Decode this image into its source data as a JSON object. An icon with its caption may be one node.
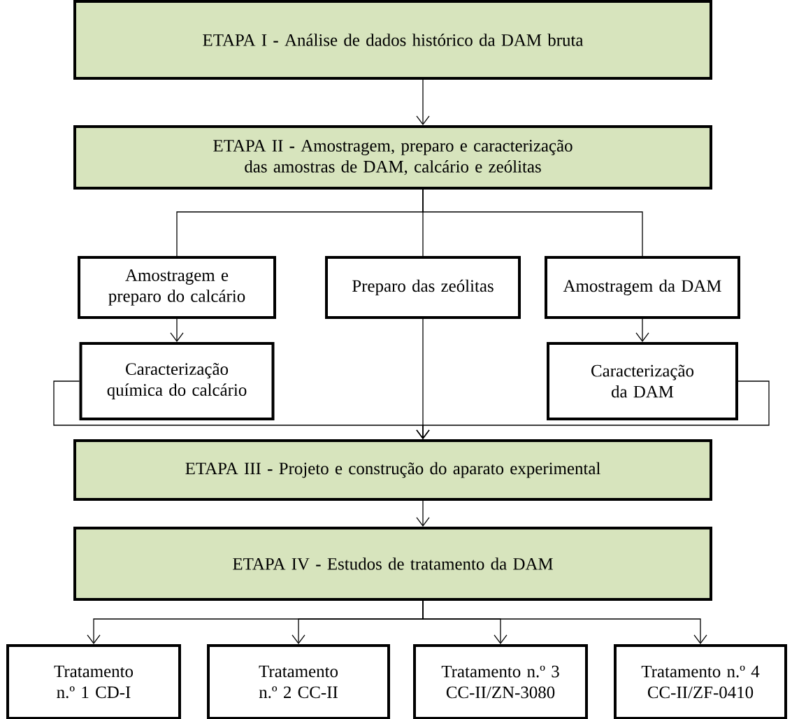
{
  "diagram": {
    "nodes": [
      {
        "text": [
          "ETAPA I **-** Análise de dados histórico da DAM bruta"
        ]
      },
      {
        "text": [
          "ETAPA II **-** Amostragem, preparo e caracterização das amostras de DAM, calcário e zeólitas"
        ]
      },
      {
        "text": [
          "Amostragem e preparo do calcário"
        ]
      },
      {
        "text": [
          "Preparo das zeólitas"
        ]
      },
      {
        "text": [
          "Amostragem da DAM"
        ]
      },
      {
        "text": [
          "Caracterização química do calcário"
        ]
      },
      {
        "text": [
          "Caracterização da DAM"
        ]
      },
      {
        "text": [
          "ETAPA III **-** Projeto e construção do aparato experimental"
        ]
      },
      {
        "text": [
          "ETAPA IV **-** Estudos de tratamento da DAM"
        ]
      },
      {
        "text": [
          "Tratamento n.º 1 CD-I"
        ]
      },
      {
        "text": [
          "Tratamento n.º 2 CC-II"
        ]
      },
      {
        "text": [
          "Tratamento n.º 3 CC-II/ZN-3080"
        ]
      },
      {
        "text": [
          "Tratamento n.º 4 CC-II/ZF-0410"
        ]
      }
    ],
    "edges": [
      {
        "from": 0,
        "to": 1,
        "arrow": "to"
      },
      {
        "from": 1,
        "to": 2,
        "arrow": "none"
      },
      {
        "from": 1,
        "to": 3,
        "arrow": "none"
      },
      {
        "from": 1,
        "to": 4,
        "arrow": "none"
      },
      {
        "from": 2,
        "to": 5,
        "arrow": "to"
      },
      {
        "from": 4,
        "to": 6,
        "arrow": "to"
      },
      {
        "from": 5,
        "to": 7,
        "arrow": "to"
      },
      {
        "from": 3,
        "to": 7,
        "arrow": "to"
      },
      {
        "from": 6,
        "to": 7,
        "arrow": "to"
      },
      {
        "from": 7,
        "to": 8,
        "arrow": "to"
      },
      {
        "from": 8,
        "to": 9,
        "arrow": "to"
      },
      {
        "from": 8,
        "to": 10,
        "arrow": "to"
      },
      {
        "from": 8,
        "to": 11,
        "arrow": "to"
      },
      {
        "from": 8,
        "to": 12,
        "arrow": "to"
      }
    ]
  }
}
